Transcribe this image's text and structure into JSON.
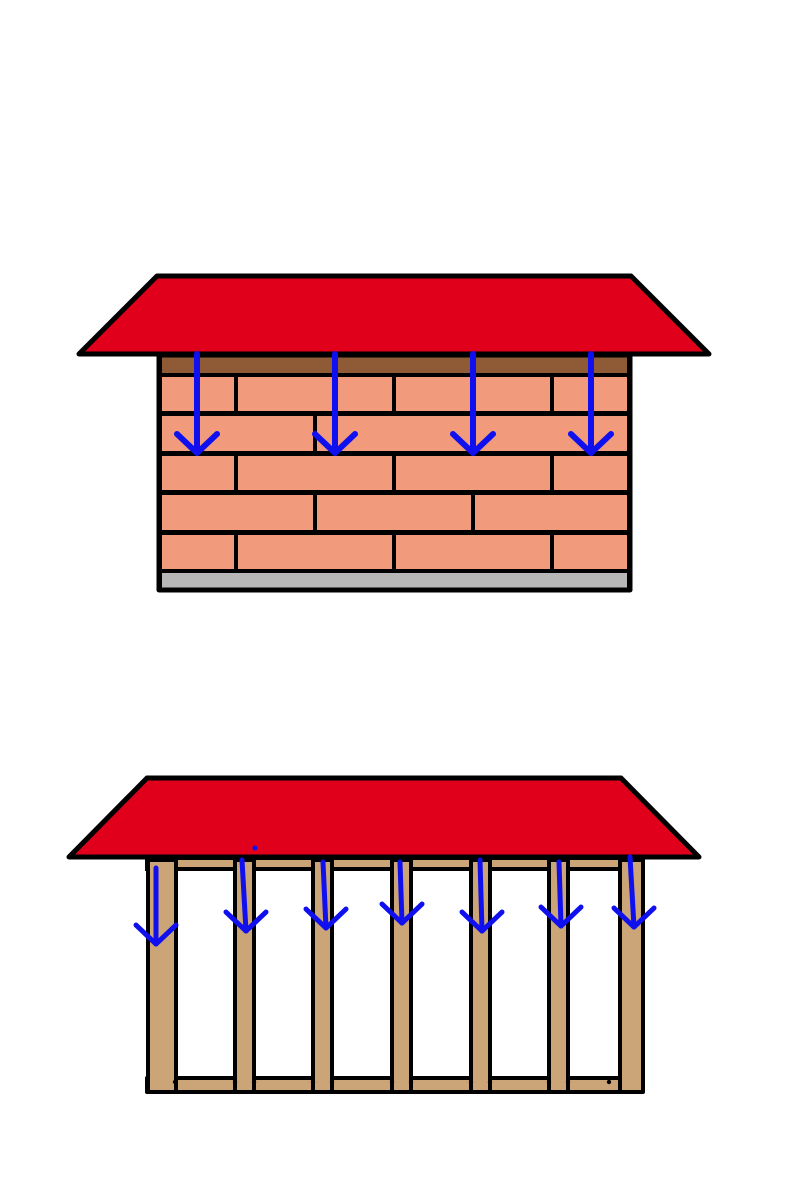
{
  "colors": {
    "roof": "#e0001b",
    "outline": "#000000",
    "brick": "#f19b7c",
    "lintel": "#8f5a36",
    "foundation": "#b7b7b7",
    "timber": "#cba477",
    "arrow": "#1010ee",
    "background": "#ffffff"
  },
  "diagrams": [
    {
      "name": "brick-wall-house",
      "roof": "red-gable-roof",
      "wall": "brick-masonry",
      "brick_courses": 5,
      "load_arrows": 4,
      "arrow_direction": "down"
    },
    {
      "name": "timber-frame-house",
      "roof": "red-gable-roof",
      "wall": "timber-stud-frame",
      "studs": 7,
      "load_arrows": 7,
      "arrow_direction": "down"
    }
  ]
}
